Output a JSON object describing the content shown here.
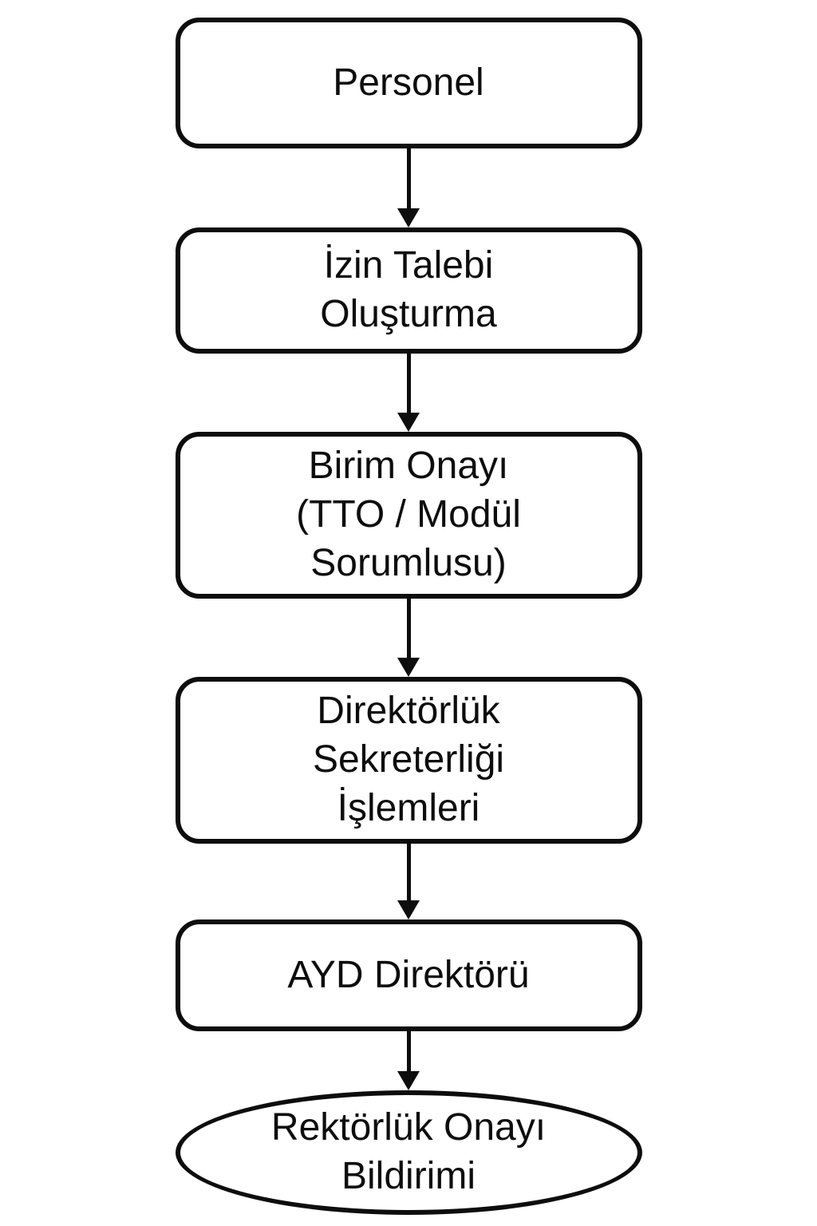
{
  "diagram": {
    "type": "flowchart",
    "direction": "top-down",
    "colors": {
      "background": "#ffffff",
      "node_fill": "#ffffff",
      "node_border": "#0d0d0d",
      "text": "#0d0d0d",
      "arrow": "#0d0d0d"
    },
    "nodes": [
      {
        "id": "personel",
        "shape": "rounded-rect",
        "label": "Personel"
      },
      {
        "id": "izin-talebi-olusturma",
        "shape": "rounded-rect",
        "label": "İzin Talebi\nOluşturma"
      },
      {
        "id": "birim-onayi",
        "shape": "rounded-rect",
        "label": "Birim Onayı\n(TTO / Modül\nSorumlusu)"
      },
      {
        "id": "direktorluk-sekreterligi-islemleri",
        "shape": "rounded-rect",
        "label": "Direktörlük\nSekreterliği\nİşlemleri"
      },
      {
        "id": "ayd-direktoru",
        "shape": "rounded-rect",
        "label": "AYD Direktörü"
      },
      {
        "id": "rektorluk-onayi-bildirimi",
        "shape": "ellipse",
        "label": "Rektörlük Onayı\nBildirimi"
      }
    ],
    "edges": [
      {
        "from": "personel",
        "to": "izin-talebi-olusturma"
      },
      {
        "from": "izin-talebi-olusturma",
        "to": "birim-onayi"
      },
      {
        "from": "birim-onayi",
        "to": "direktorluk-sekreterligi-islemleri"
      },
      {
        "from": "direktorluk-sekreterligi-islemleri",
        "to": "ayd-direktoru"
      },
      {
        "from": "ayd-direktoru",
        "to": "rektorluk-onayi-bildirimi"
      }
    ]
  }
}
